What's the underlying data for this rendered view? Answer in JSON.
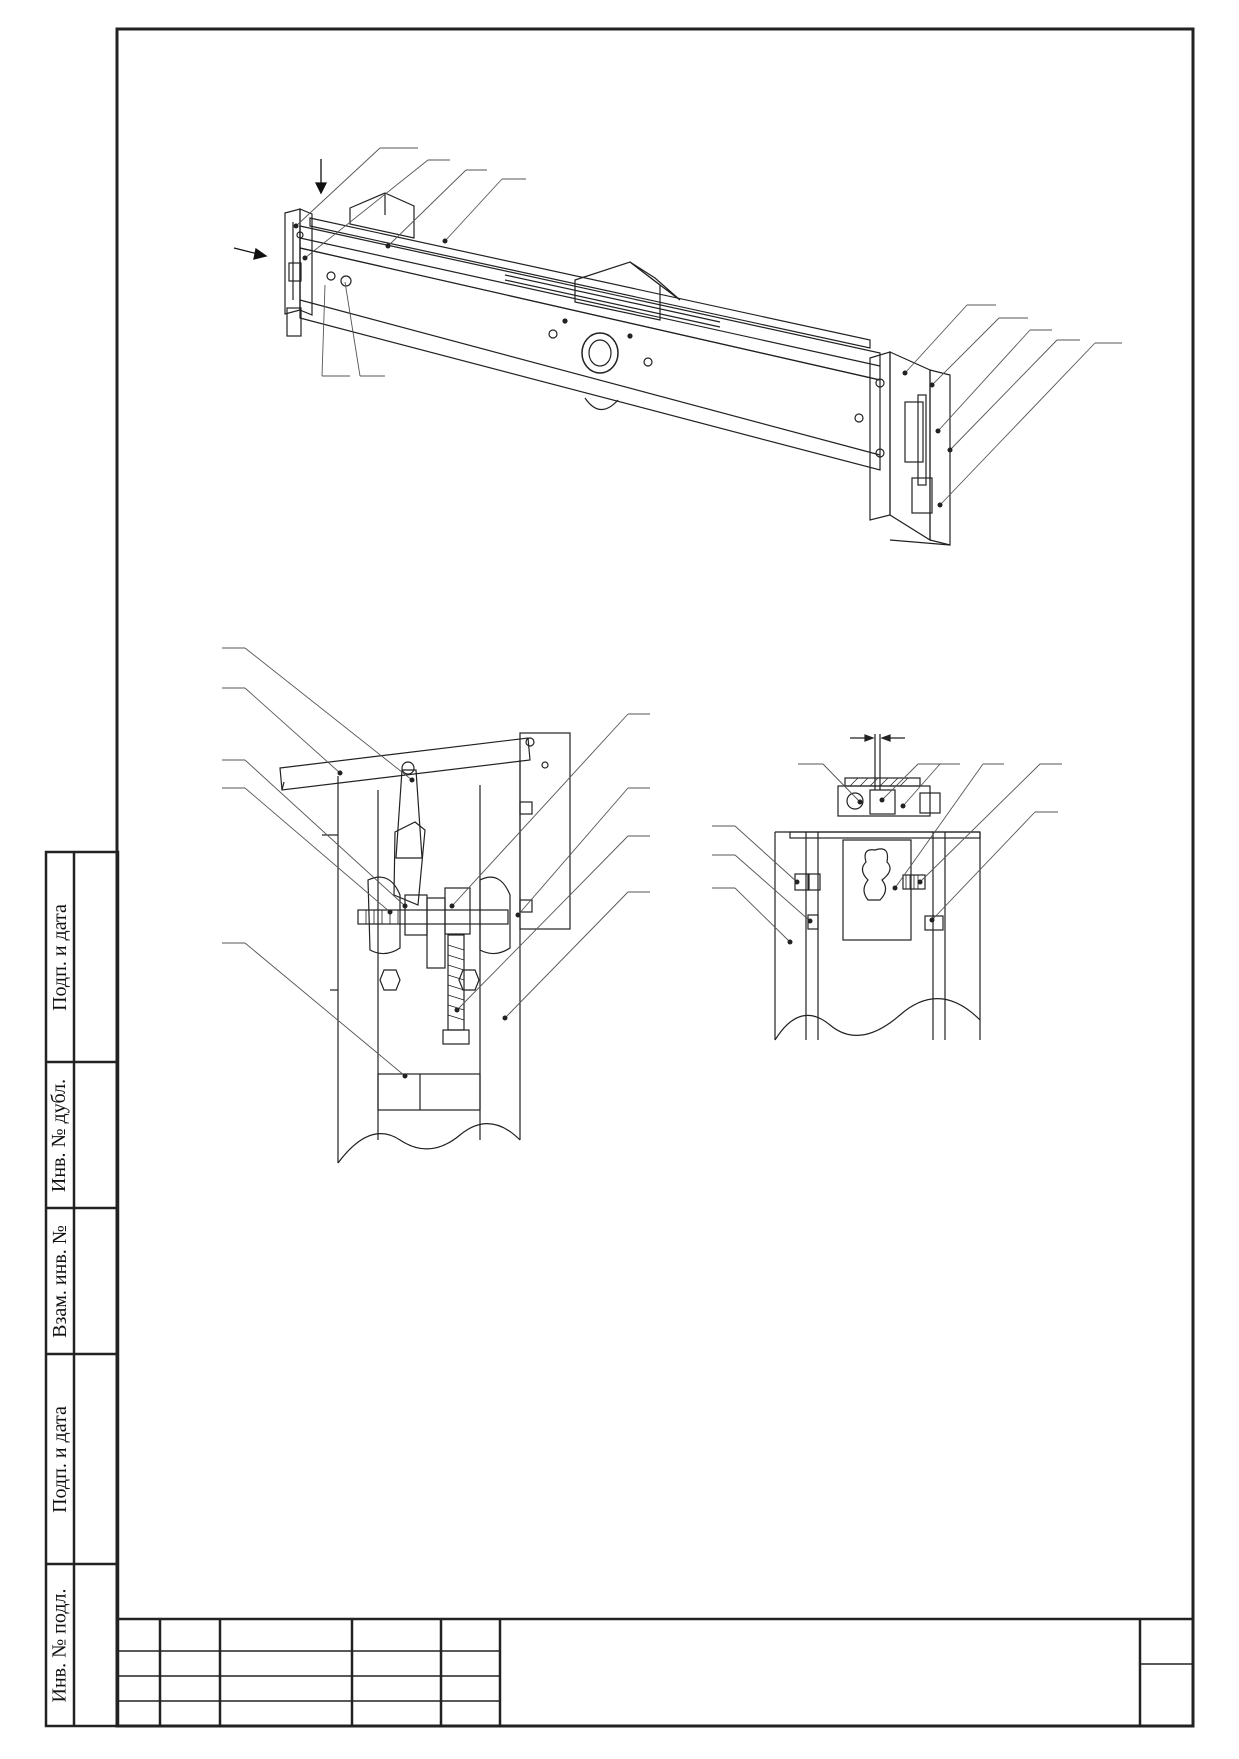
{
  "side_stamp": {
    "labels": [
      "Подп. и дата",
      "Инв. № дубл.",
      "Взам. инв. №",
      "Подп. и дата",
      "Инв. № подл."
    ]
  }
}
